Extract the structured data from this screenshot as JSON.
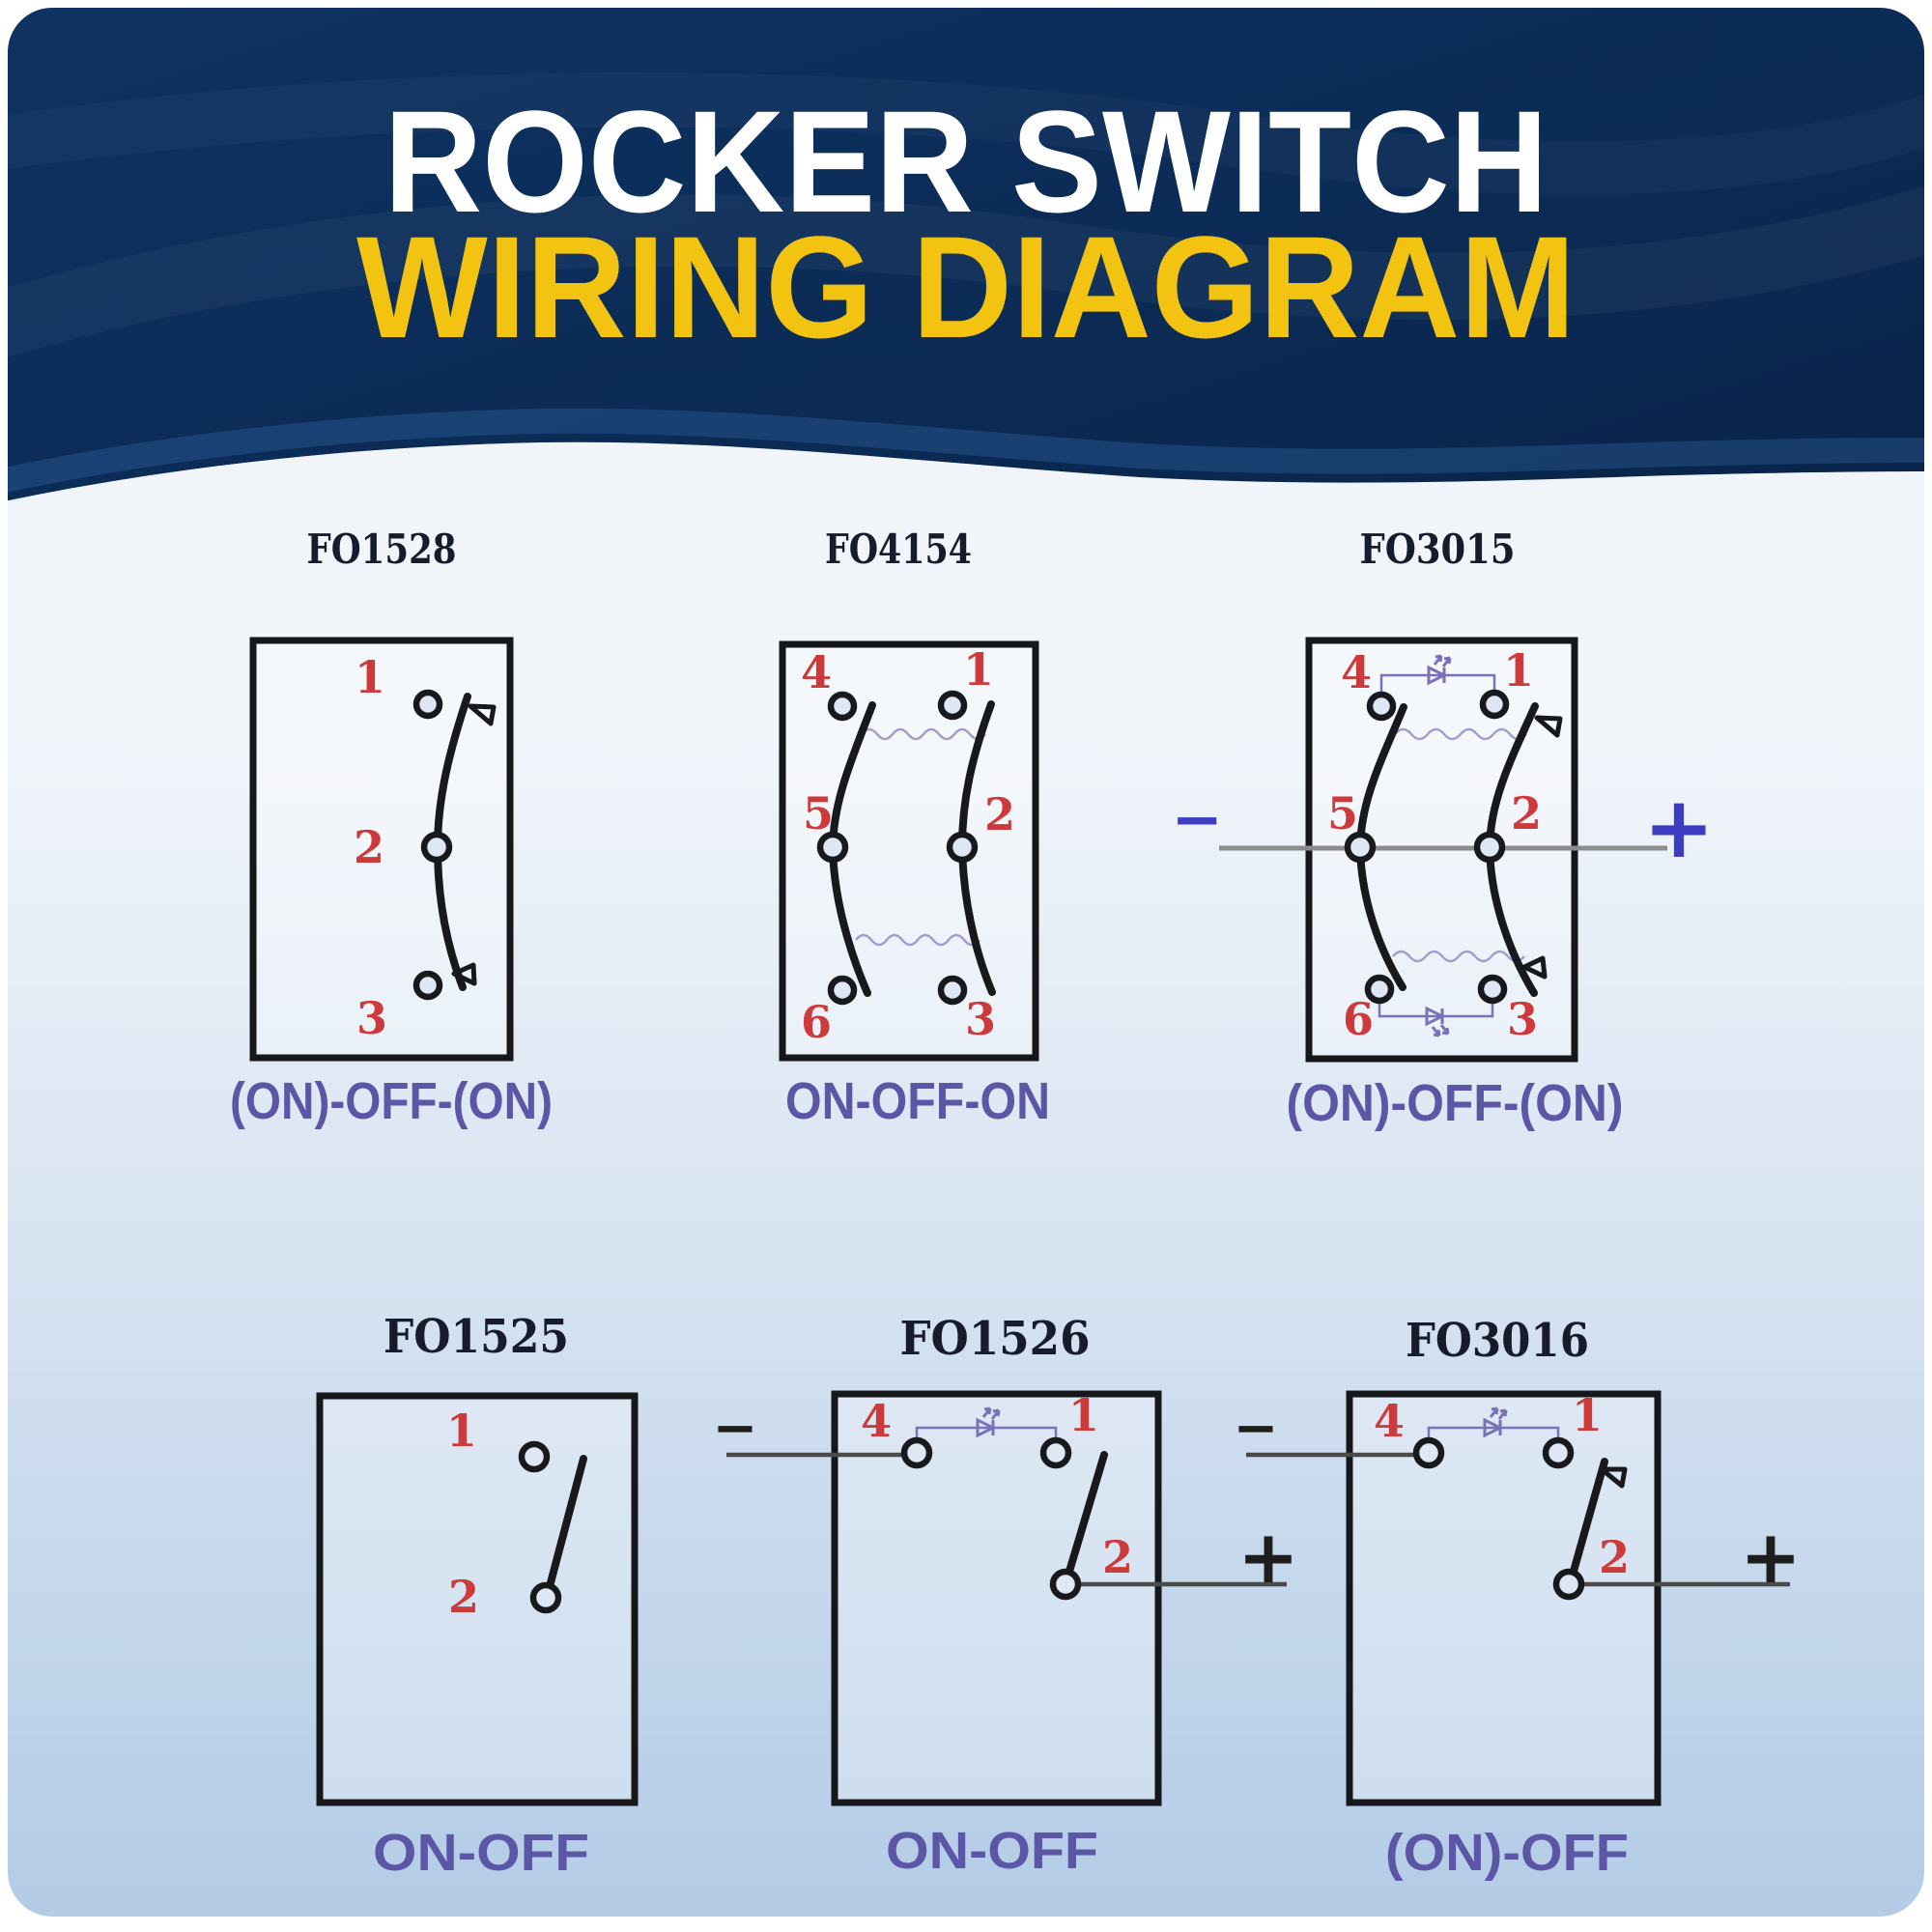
{
  "header": {
    "line1": "ROCKER SWITCH",
    "line2": "WIRING DIAGRAM",
    "bg_color": "#0b2b55",
    "line1_color": "#ffffff",
    "line2_color": "#f2c411"
  },
  "colors": {
    "body_top": "#f1f5fa",
    "body_bottom": "#b3cbe6",
    "diagram_ink": "#17191d",
    "terminal_number": "#cd3a3c",
    "function_label": "#5b56a5",
    "led_purple": "#7a72b8",
    "polarity_blue": "#3d3dc2",
    "polarity_dark": "#1d1d1d"
  },
  "panels": [
    {
      "model": "FO1528",
      "function": "(ON)-OFF-(ON)",
      "terminals": {
        "t1": "1",
        "t2": "2",
        "t3": "3"
      }
    },
    {
      "model": "FO4154",
      "function": "ON-OFF-ON",
      "terminals": {
        "t4": "4",
        "t1": "1",
        "t5": "5",
        "t2": "2",
        "t6": "6",
        "t3": "3"
      }
    },
    {
      "model": "FO3015",
      "function": "(ON)-OFF-(ON)",
      "terminals": {
        "t4": "4",
        "t1": "1",
        "t5": "5",
        "t2": "2",
        "t6": "6",
        "t3": "3"
      },
      "polarity": {
        "minus": "−",
        "plus": "+"
      }
    },
    {
      "model": "FO1525",
      "function": "ON-OFF",
      "terminals": {
        "t1": "1",
        "t2": "2"
      }
    },
    {
      "model": "FO1526",
      "function": "ON-OFF",
      "terminals": {
        "t4": "4",
        "t1": "1",
        "t2": "2"
      },
      "polarity": {
        "minus": "−",
        "plus": "+"
      }
    },
    {
      "model": "FO3016",
      "function": "(ON)-OFF",
      "terminals": {
        "t4": "4",
        "t1": "1",
        "t2": "2"
      },
      "polarity": {
        "minus": "−",
        "plus": "+"
      }
    }
  ]
}
